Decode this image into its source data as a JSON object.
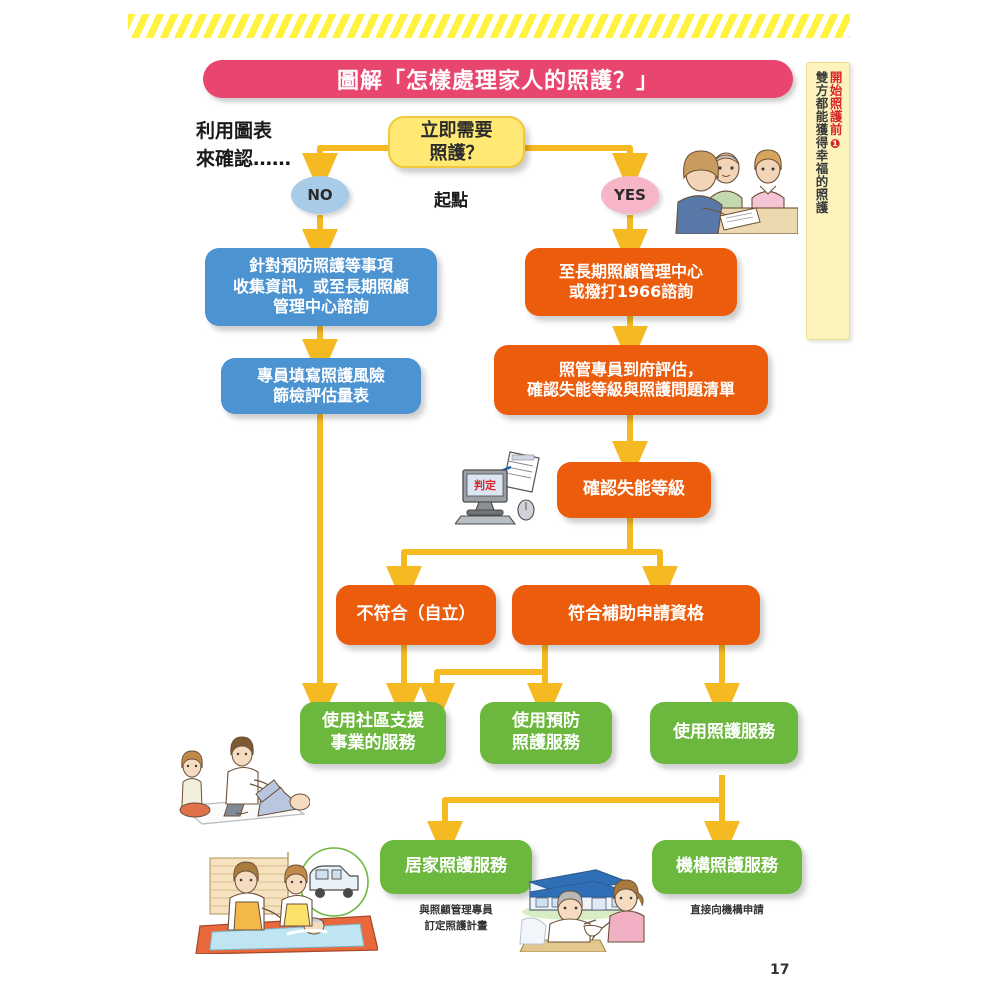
{
  "page": {
    "number": "17",
    "banner_style": "yellow-diagonal-stripes"
  },
  "title": {
    "text": "圖解「怎樣處理家人的照護？」",
    "color": "#e8456f"
  },
  "side_tab": {
    "chapter_label": "開始照護前❶",
    "chapter_title": "雙方都能獲得幸福的照護",
    "bg_color": "#fdf4bd",
    "label_color": "#d8252b"
  },
  "intro": {
    "text": "利用圖表\n來確認……"
  },
  "start_label": {
    "text": "起點"
  },
  "decision": {
    "text": "立即需要\n照護？",
    "color": "#ffe873"
  },
  "branches": {
    "no": {
      "label": "NO",
      "color": "#a8cbe8"
    },
    "yes": {
      "label": "YES",
      "color": "#f7b6c8"
    }
  },
  "nodes": {
    "prevention_info": {
      "text": "針對預防照護等事項\n收集資訊，或至長期照顧\n管理中心諮詢",
      "color": "#4b93d1"
    },
    "risk_form": {
      "text": "專員填寫照護風險\n篩檢評估量表",
      "color": "#4b93d1"
    },
    "ltc_center": {
      "text": "至長期照顧管理中心\n或撥打1966諮詢",
      "color": "#eb5c0c"
    },
    "home_assessment": {
      "text": "照管專員到府評估，\n確認失能等級與照護問題清單",
      "color": "#eb5c0c"
    },
    "confirm_level": {
      "text": "確認失能等級",
      "color": "#eb5c0c"
    },
    "not_eligible": {
      "text": "不符合（自立）",
      "color": "#eb5c0c"
    },
    "eligible": {
      "text": "符合補助申請資格",
      "color": "#eb5c0c"
    },
    "community_support": {
      "text": "使用社區支援\n事業的服務",
      "color": "#6cb83f"
    },
    "preventive_care": {
      "text": "使用預防\n照護服務",
      "color": "#6cb83f"
    },
    "care_service": {
      "text": "使用照護服務",
      "color": "#6cb83f"
    },
    "home_care": {
      "text": "居家照護服務",
      "color": "#6cb83f"
    },
    "institutional_care": {
      "text": "機構照護服務",
      "color": "#6cb83f"
    }
  },
  "captions": {
    "home_care_note": "與照顧管理專員\n訂定照護計畫",
    "institutional_note": "直接向機構申請"
  },
  "icons": {
    "computer_screen_label": "判定",
    "computer": "computer-judgment-icon",
    "document": "assessment-document-icon",
    "consult_scene": "consultation-illustration",
    "rehab_scene": "rehabilitation-illustration",
    "bath_scene": "home-bathing-illustration",
    "facility_scene": "care-facility-illustration"
  },
  "arrow_color": "#f5b921"
}
